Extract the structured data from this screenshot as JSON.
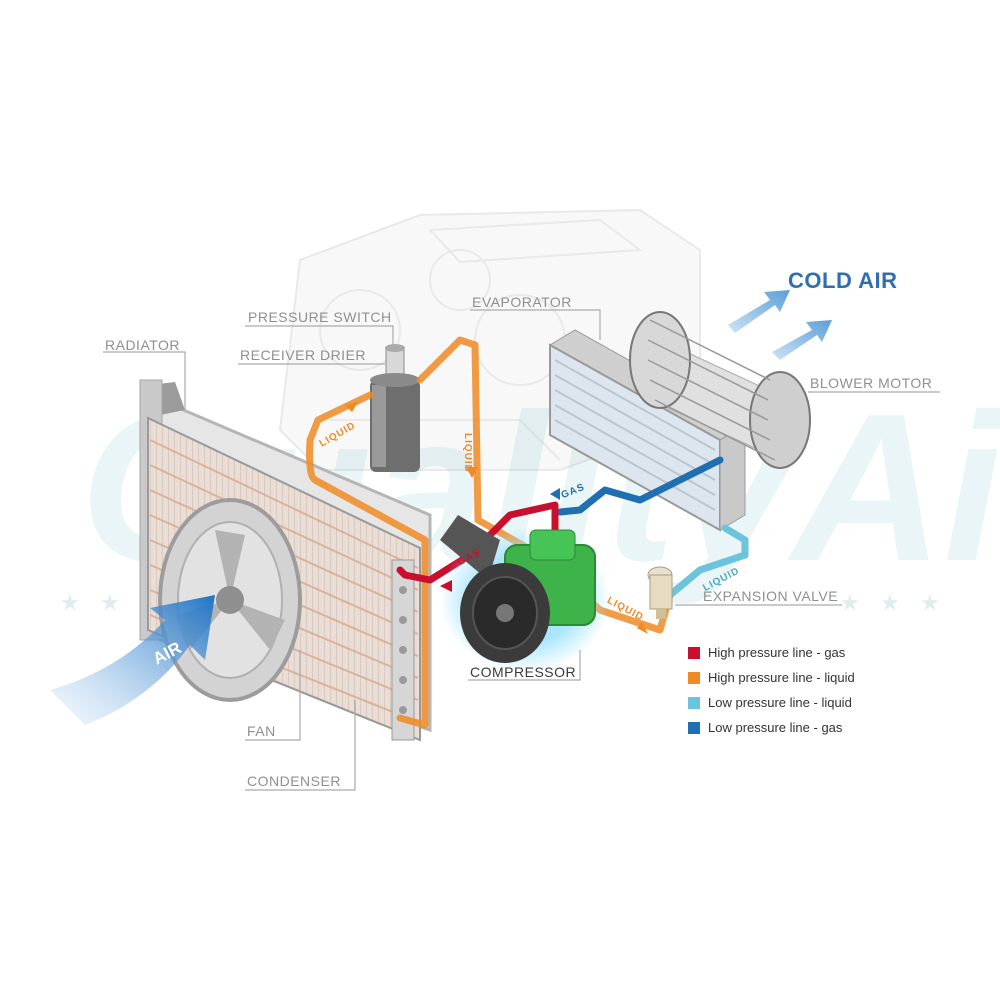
{
  "watermark": {
    "brand_text": "QualityAir"
  },
  "labels": {
    "cold_air": "COLD AIR",
    "air": "AIR",
    "radiator": "RADIATOR",
    "pressure_switch": "PRESSURE SWITCH",
    "receiver_drier": "RECEIVER DRIER",
    "evaporator": "EVAPORATOR",
    "blower_motor": "BLOWER MOTOR",
    "expansion_valve": "EXPANSION VALVE",
    "compressor": "COMPRESSOR",
    "fan": "FAN",
    "condenser": "CONDENSER"
  },
  "flow_labels": {
    "liquid_1": "LIQUID",
    "liquid_2": "LIQUID",
    "liquid_3": "LIQUID",
    "liquid_4": "LIQUID",
    "gas_1": "GAS",
    "gas_2": "GAS"
  },
  "legend": [
    {
      "label": "High pressure line - gas",
      "color": "#c8102e"
    },
    {
      "label": "High pressure line - liquid",
      "color": "#f08a24"
    },
    {
      "label": "Low pressure line - liquid",
      "color": "#6cc3dc"
    },
    {
      "label": "Low pressure line -  gas",
      "color": "#1f6fb2"
    }
  ],
  "colors": {
    "high_gas": "#c8102e",
    "high_liquid": "#f08a24",
    "low_liquid": "#6cc3dc",
    "low_gas": "#1f6fb2",
    "compressor": "#3db34a",
    "cold_air": "#2f6fae"
  }
}
